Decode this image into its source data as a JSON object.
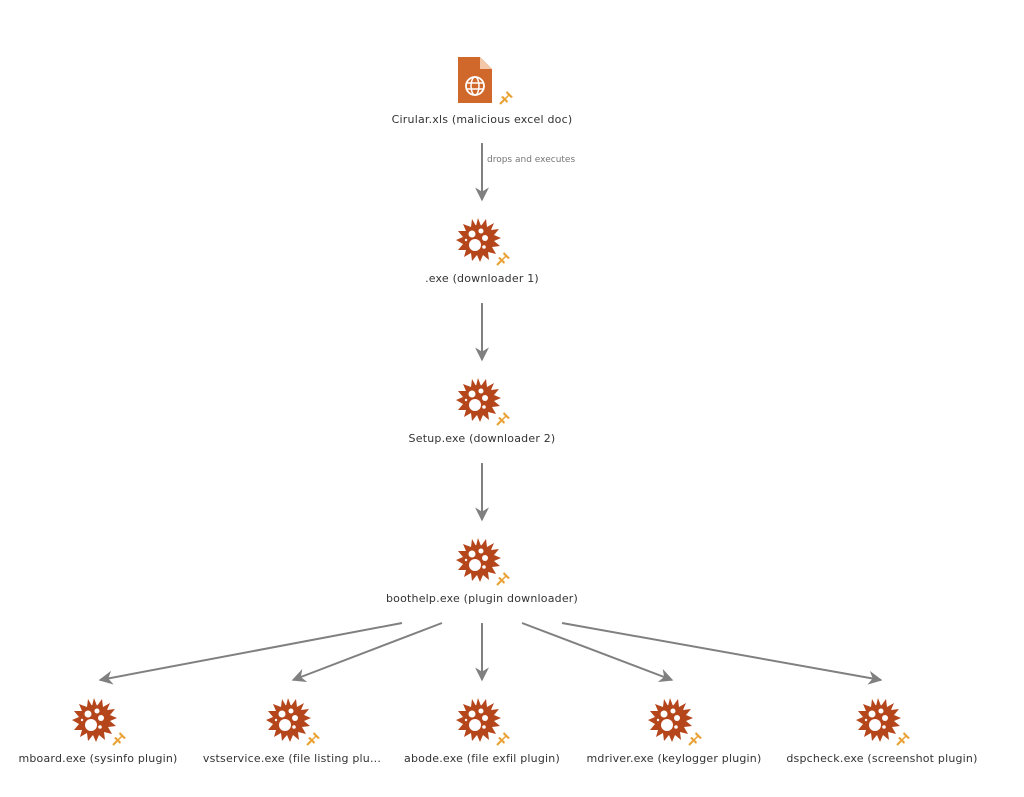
{
  "colors": {
    "node_icon": "#b5461c",
    "doc_icon": "#d0672b",
    "pin": "#e8a030",
    "edge": "#808080",
    "label_text": "#333333"
  },
  "nodes": [
    {
      "id": "cirular",
      "label": "Cirular.xls (malicious excel doc)",
      "icon": "document-web-icon",
      "pinned": true
    },
    {
      "id": "downloader1",
      "label": ".exe (downloader 1)",
      "icon": "malware-icon",
      "pinned": true
    },
    {
      "id": "downloader2",
      "label": "Setup.exe (downloader 2)",
      "icon": "malware-icon",
      "pinned": true
    },
    {
      "id": "boothelp",
      "label": "boothelp.exe (plugin downloader)",
      "icon": "malware-icon",
      "pinned": true
    },
    {
      "id": "mboard",
      "label": "mboard.exe (sysinfo plugin)",
      "icon": "malware-icon",
      "pinned": true
    },
    {
      "id": "vstservice",
      "label": "vstservice.exe (file listing plu...",
      "icon": "malware-icon",
      "pinned": true
    },
    {
      "id": "abode",
      "label": "abode.exe (file exfil plugin)",
      "icon": "malware-icon",
      "pinned": true
    },
    {
      "id": "mdriver",
      "label": "mdriver.exe (keylogger plugin)",
      "icon": "malware-icon",
      "pinned": true
    },
    {
      "id": "dspcheck",
      "label": "dspcheck.exe (screenshot plugin)",
      "icon": "malware-icon",
      "pinned": true
    }
  ],
  "edges": [
    {
      "from": "cirular",
      "to": "downloader1",
      "label": "drops and executes"
    },
    {
      "from": "downloader1",
      "to": "downloader2",
      "label": ""
    },
    {
      "from": "downloader2",
      "to": "boothelp",
      "label": ""
    },
    {
      "from": "boothelp",
      "to": "mboard",
      "label": ""
    },
    {
      "from": "boothelp",
      "to": "vstservice",
      "label": ""
    },
    {
      "from": "boothelp",
      "to": "abode",
      "label": ""
    },
    {
      "from": "boothelp",
      "to": "mdriver",
      "label": ""
    },
    {
      "from": "boothelp",
      "to": "dspcheck",
      "label": ""
    }
  ]
}
